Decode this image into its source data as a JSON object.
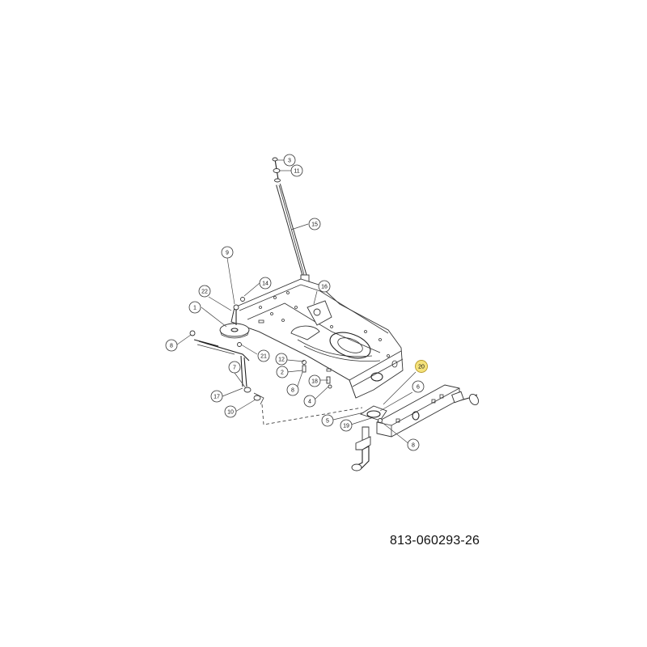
{
  "diagram": {
    "part_number": "813-060293-26",
    "highlight_color": "#f5e27a",
    "callouts": [
      {
        "id": "c3",
        "label": "3"
      },
      {
        "id": "c11",
        "label": "11"
      },
      {
        "id": "c15",
        "label": "15"
      },
      {
        "id": "c9",
        "label": "9"
      },
      {
        "id": "c14",
        "label": "14"
      },
      {
        "id": "c22",
        "label": "22"
      },
      {
        "id": "c16",
        "label": "16"
      },
      {
        "id": "c1",
        "label": "1"
      },
      {
        "id": "c8a",
        "label": "8"
      },
      {
        "id": "c21",
        "label": "21"
      },
      {
        "id": "c12",
        "label": "12"
      },
      {
        "id": "c2",
        "label": "2"
      },
      {
        "id": "c20",
        "label": "20",
        "highlighted": true
      },
      {
        "id": "c7",
        "label": "7"
      },
      {
        "id": "c18",
        "label": "18"
      },
      {
        "id": "c8b",
        "label": "8"
      },
      {
        "id": "c6",
        "label": "6"
      },
      {
        "id": "c17",
        "label": "17"
      },
      {
        "id": "c4",
        "label": "4"
      },
      {
        "id": "c10",
        "label": "10"
      },
      {
        "id": "c5",
        "label": "5"
      },
      {
        "id": "c19",
        "label": "19"
      },
      {
        "id": "c8c",
        "label": "8"
      }
    ]
  }
}
